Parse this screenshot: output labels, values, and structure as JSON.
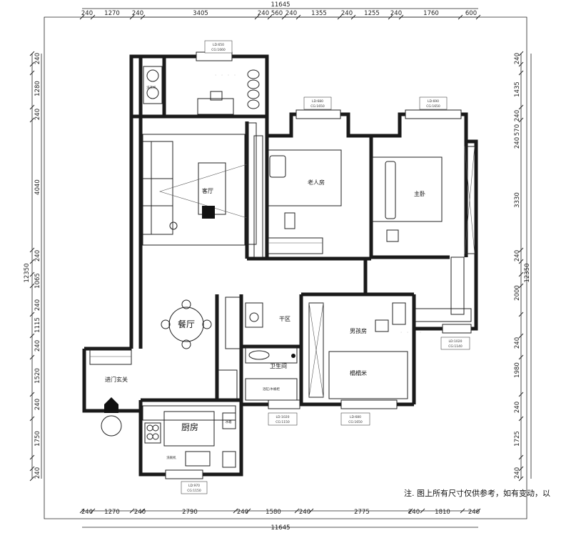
{
  "dims": {
    "top": [
      "240",
      "1270",
      "240",
      "3405",
      "240",
      "560",
      "240",
      "1355",
      "240",
      "1255",
      "240",
      "1760",
      "600"
    ],
    "top_total": "11645",
    "bottom": [
      "240",
      "1270",
      "240",
      "2790",
      "240",
      "1580",
      "240",
      "2775",
      "240",
      "1810",
      "240"
    ],
    "bottom_total": "11645",
    "left": [
      "240",
      "1280",
      "240",
      "4040",
      "240",
      "1065",
      "240",
      "1115",
      "240",
      "1520",
      "240",
      "1750",
      "240"
    ],
    "left_total": "12350",
    "right": [
      "240",
      "1435",
      "240",
      "570",
      "240",
      "3330",
      "240",
      "2000",
      "240",
      "1980",
      "240",
      "1725",
      "240"
    ],
    "right_total": "12350"
  },
  "rooms": {
    "living": "客厅",
    "dining": "餐厅",
    "kitchen": "厨房",
    "elder": "老人房",
    "master": "主卧",
    "boy": "男孩房",
    "tatami": "榻榻米",
    "bath": "卫生间",
    "entry": "进门玄关",
    "dry": "干区"
  },
  "labels": {
    "washer": "洗衣机",
    "fridge": "冰箱",
    "dishwash": "洗碗机",
    "tub": "浴缸/木桶柜"
  },
  "windows": [
    {
      "id": "balcony",
      "ld": "LD:650",
      "cg": "CG:1660"
    },
    {
      "id": "elder",
      "ld": "LD:680",
      "cg": "CG:1650"
    },
    {
      "id": "master",
      "ld": "LD:690",
      "cg": "CG:1650"
    },
    {
      "id": "right",
      "ld": "LD:1020",
      "cg": "CG:1140"
    },
    {
      "id": "bath",
      "ld": "LD:1020",
      "cg": "CG:1150"
    },
    {
      "id": "tatami",
      "ld": "LD:680",
      "cg": "CG:1650"
    },
    {
      "id": "kitchen",
      "ld": "LD:970",
      "cg": "CG:1150"
    }
  ],
  "note": "注. 图上所有尺寸仅供参考，如有变动，以"
}
